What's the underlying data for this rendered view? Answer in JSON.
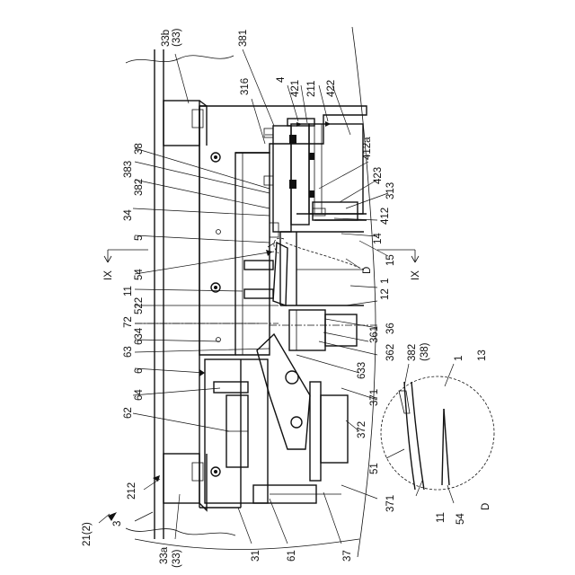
{
  "figure": {
    "labels": [
      {
        "id": "l33b",
        "text": "33b"
      },
      {
        "id": "l33b2",
        "text": "(33)"
      },
      {
        "id": "l381",
        "text": "381"
      },
      {
        "id": "l316",
        "text": "316"
      },
      {
        "id": "l4",
        "text": "4"
      },
      {
        "id": "l421",
        "text": "421"
      },
      {
        "id": "l211",
        "text": "211"
      },
      {
        "id": "l422",
        "text": "422"
      },
      {
        "id": "l412a",
        "text": "412a"
      },
      {
        "id": "l423",
        "text": "423"
      },
      {
        "id": "l313",
        "text": "313"
      },
      {
        "id": "l412",
        "text": "412"
      },
      {
        "id": "l14",
        "text": "14"
      },
      {
        "id": "l15",
        "text": "15"
      },
      {
        "id": "lD1",
        "text": "D"
      },
      {
        "id": "l1a",
        "text": "1"
      },
      {
        "id": "l12",
        "text": "12"
      },
      {
        "id": "l36",
        "text": "36"
      },
      {
        "id": "l361",
        "text": "361"
      },
      {
        "id": "l362",
        "text": "362"
      },
      {
        "id": "l633",
        "text": "633"
      },
      {
        "id": "l371a",
        "text": "371"
      },
      {
        "id": "l372",
        "text": "372"
      },
      {
        "id": "l371b",
        "text": "371"
      },
      {
        "id": "l37",
        "text": "37"
      },
      {
        "id": "l61",
        "text": "61"
      },
      {
        "id": "l31",
        "text": "31"
      },
      {
        "id": "l33a",
        "text": "33a"
      },
      {
        "id": "l33a2",
        "text": "(33)"
      },
      {
        "id": "l212",
        "text": "212"
      },
      {
        "id": "l3",
        "text": "3"
      },
      {
        "id": "l21",
        "text": "21(2)"
      },
      {
        "id": "l62",
        "text": "62"
      },
      {
        "id": "l64",
        "text": "64"
      },
      {
        "id": "l6",
        "text": "6"
      },
      {
        "id": "l63",
        "text": "63"
      },
      {
        "id": "l634",
        "text": "634"
      },
      {
        "id": "l72",
        "text": "72"
      },
      {
        "id": "l522",
        "text": "522"
      },
      {
        "id": "l11a",
        "text": "11"
      },
      {
        "id": "l54a",
        "text": "54"
      },
      {
        "id": "l5",
        "text": "5"
      },
      {
        "id": "l34",
        "text": "34"
      },
      {
        "id": "l382a",
        "text": "382"
      },
      {
        "id": "l383",
        "text": "383"
      },
      {
        "id": "l38",
        "text": "38"
      },
      {
        "id": "lIX1",
        "text": "IX"
      },
      {
        "id": "lIX2",
        "text": "IX"
      },
      {
        "id": "l382b",
        "text": "382"
      },
      {
        "id": "l38b",
        "text": "(38)"
      },
      {
        "id": "l1b",
        "text": "1"
      },
      {
        "id": "l13",
        "text": "13"
      },
      {
        "id": "l51",
        "text": "51"
      },
      {
        "id": "l11b",
        "text": "11"
      },
      {
        "id": "l54b",
        "text": "54"
      },
      {
        "id": "lD2",
        "text": "D"
      }
    ]
  }
}
